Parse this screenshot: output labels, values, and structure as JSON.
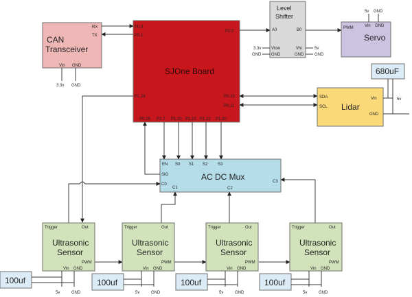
{
  "colors": {
    "can": "#eeb6b4",
    "sjone": "#c8161d",
    "shifter": "#d9d9d9",
    "servo": "#cbc3e0",
    "lidar": "#fbd979",
    "mux": "#b5dce9",
    "sensor": "#d2e2ba",
    "cap": "#dcecf6"
  },
  "can": {
    "title_line1": "CAN",
    "title_line2": "Transceiver",
    "rx": "RX",
    "tx": "TX",
    "vin": "Vin",
    "gnd": "GND",
    "supply": "3.3v",
    "gnd_label": "GND"
  },
  "sjone": {
    "title": "SJOne Board",
    "p00": "P0.0",
    "p01": "P0.1",
    "p20": "P2.0",
    "p129": "P1.29",
    "p010": "P0.10",
    "p011": "P0.11",
    "bottom_pins": [
      "P0.26",
      "P2.7",
      "P1.20",
      "P1.23",
      "P1.22",
      "P1.30"
    ]
  },
  "shifter": {
    "title_line1": "Level",
    "title_line2": "Shifter",
    "a0": "A0",
    "b0": "B0",
    "vlow": "Vlow",
    "vhi": "Vhi",
    "gnd_l": "GND",
    "gnd_r": "GND",
    "supply_low": "3.3v",
    "supply_hi": "5v",
    "gnd_low": "GND",
    "gnd_hi": "GND"
  },
  "servo": {
    "title": "Servo",
    "pwm": "PWM",
    "vin": "Vin",
    "gnd": "GND",
    "supply": "5v",
    "gnd_label": "GND"
  },
  "lidar": {
    "title": "Lidar",
    "sda": "SDA",
    "scl": "SCL",
    "vin": "Vin",
    "gnd": "GND",
    "supply": "5v",
    "cap": "680uF"
  },
  "mux": {
    "title": "AC DC Mux",
    "en": "EN",
    "s0": "S0",
    "s1": "S1",
    "s2": "S2",
    "s3": "S3",
    "sig": "SIG",
    "c0": "C0",
    "c1": "C1",
    "c2": "C2",
    "c3": "C3"
  },
  "sensors": [
    {
      "title_line1": "Ultrasonic",
      "title_line2": "Sensor",
      "trigger": "Trigger",
      "out": "Out",
      "pwm": "PWM",
      "vin": "Vin",
      "gnd": "GND",
      "supply": "5v",
      "gnd_label": "GND",
      "cap": "100uf"
    },
    {
      "title_line1": "Ultrasonic",
      "title_line2": "Sensor",
      "trigger": "Trigger",
      "out": "Out",
      "pwm": "PWM",
      "vin": "Vin",
      "gnd": "GND",
      "supply": "5v",
      "gnd_label": "GND",
      "cap": "100uf"
    },
    {
      "title_line1": "Ultrasonic",
      "title_line2": "Sensor",
      "trigger": "Trigger",
      "out": "Out",
      "pwm": "PWM",
      "vin": "Vin",
      "gnd": "GND",
      "supply": "5v",
      "gnd_label": "GND",
      "cap": "100uf"
    },
    {
      "title_line1": "Ultrasonic",
      "title_line2": "Sensor",
      "trigger": "Trigger",
      "out": "Out",
      "pwm": "PWM",
      "vin": "Vin",
      "gnd": "GND",
      "supply": "5v",
      "gnd_label": "GND",
      "cap": "100uf"
    }
  ]
}
